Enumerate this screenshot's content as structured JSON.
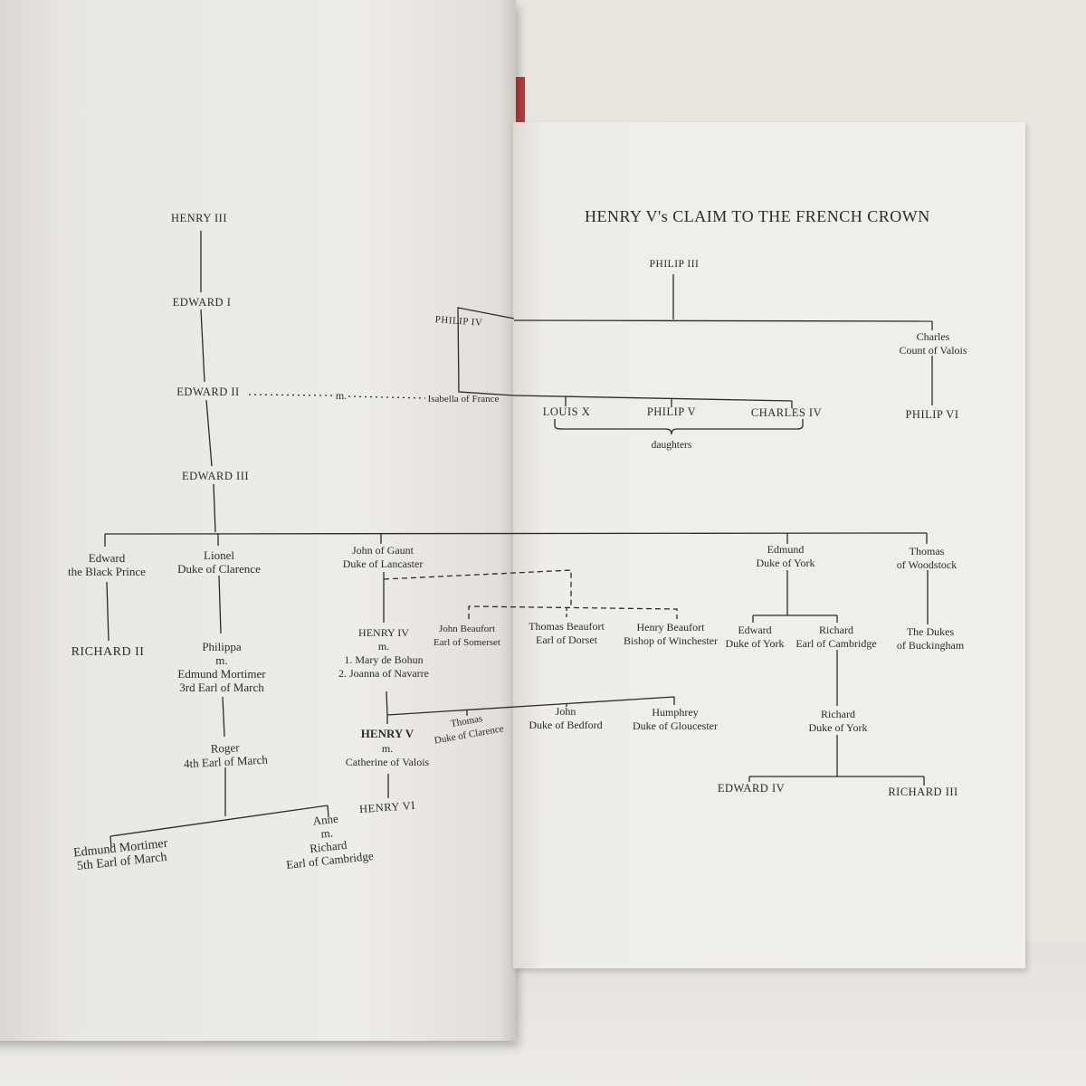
{
  "title": "HENRY V's CLAIM TO THE FRENCH CROWN",
  "marriage_marker": "m.",
  "daughters_label": "daughters",
  "persons": {
    "henry3": "HENRY III",
    "edward1": "EDWARD I",
    "edward2": "EDWARD II",
    "edward3": "EDWARD III",
    "black_prince": "Edward\nthe Black Prince",
    "richard2": "RICHARD II",
    "lionel": "Lionel\nDuke of Clarence",
    "philippa": "Philippa\nm.\nEdmund Mortimer\n3rd Earl of March",
    "roger": "Roger\n4th Earl of March",
    "edmund_mortimer": "Edmund Mortimer\n5th Earl of March",
    "anne": "Anne\nm.\nRichard\nEarl of Cambridge",
    "gaunt": "John of Gaunt\nDuke of Lancaster",
    "henry4": "HENRY IV\nm.\n1. Mary de Bohun\n2. Joanna of Navarre",
    "henry5_name": "HENRY V",
    "henry5_rest": "m.\nCatherine of Valois",
    "henry6": "HENRY VI",
    "thomas_clarence": "Thomas\nDuke of Clarence",
    "john_bedford": "John\nDuke of Bedford",
    "humphrey": "Humphrey\nDuke of Gloucester",
    "john_beaufort": "John Beaufort\nEarl of Somerset",
    "thomas_beaufort": "Thomas Beaufort\nEarl of Dorset",
    "henry_beaufort": "Henry Beaufort\nBishop of Winchester",
    "edmund_york": "Edmund\nDuke of York",
    "edward_york": "Edward\nDuke of York",
    "richard_cambridge": "Richard\nEarl of Cambridge",
    "richard_york": "Richard\nDuke of York",
    "edward4": "EDWARD IV",
    "richard3": "RICHARD III",
    "thomas_woodstock": "Thomas\nof Woodstock",
    "buckingham": "The Dukes\nof Buckingham",
    "philip3": "PHILIP III",
    "philip4": "PHILIP IV",
    "isabella": "Isabella of France",
    "charles_valois": "Charles\nCount of Valois",
    "louis10": "LOUIS X",
    "philip5": "PHILIP V",
    "charles4": "CHARLES IV",
    "philip6": "PHILIP VI"
  }
}
